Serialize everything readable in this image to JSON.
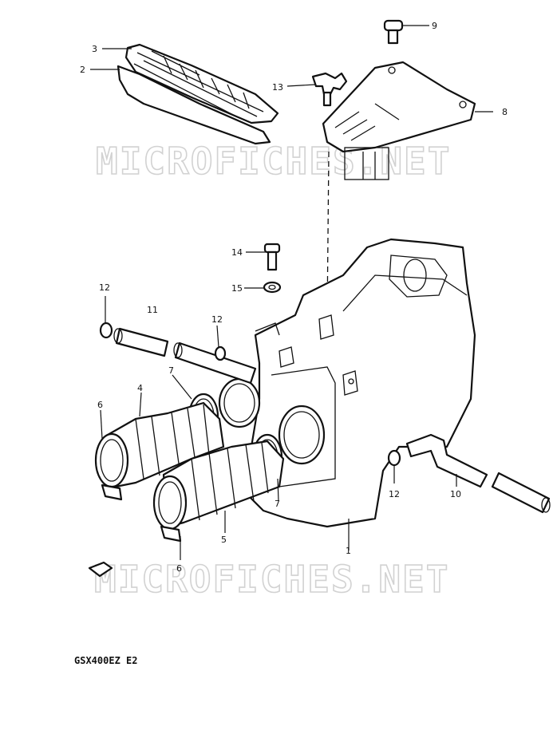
{
  "watermark_text": "MICROFICHES.NET",
  "model_code": "GSX400EZ  E2",
  "callouts": {
    "c1": "1",
    "c2": "2",
    "c3": "3",
    "c4": "4",
    "c5": "5",
    "c6a": "6",
    "c6b": "6",
    "c7a": "7",
    "c7b": "7",
    "c8": "8",
    "c9": "9",
    "c10": "10",
    "c11": "11",
    "c12a": "12",
    "c12b": "12",
    "c12c": "12",
    "c13": "13",
    "c14": "14",
    "c15": "15"
  }
}
